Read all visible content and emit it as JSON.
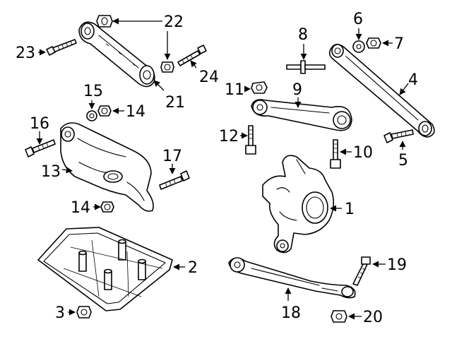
{
  "diagram": {
    "callouts": [
      "1",
      "2",
      "3",
      "4",
      "5",
      "6",
      "7",
      "8",
      "9",
      "10",
      "11",
      "12",
      "13",
      "14",
      "14",
      "15",
      "16",
      "17",
      "18",
      "19",
      "20",
      "21",
      "22",
      "23",
      "24"
    ]
  }
}
